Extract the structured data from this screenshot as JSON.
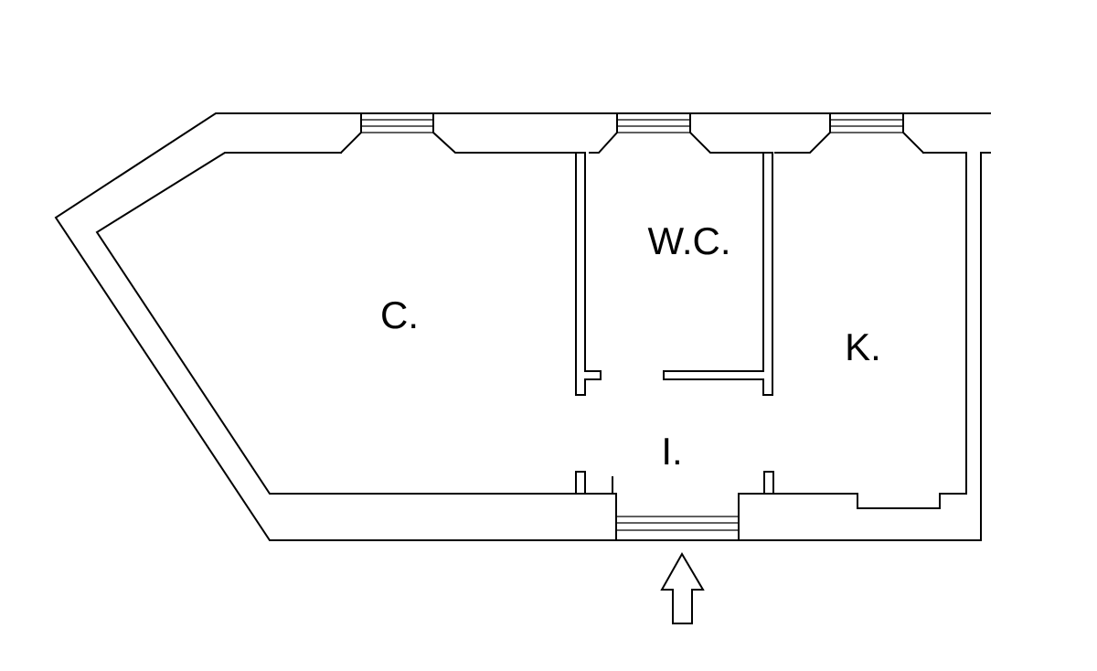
{
  "plan": {
    "rooms": [
      {
        "id": "room-c",
        "label": "C."
      },
      {
        "id": "room-wc",
        "label": "W.C."
      },
      {
        "id": "room-k",
        "label": "K."
      },
      {
        "id": "room-i",
        "label": "I."
      }
    ],
    "entrance_arrow": "arrow-up-icon",
    "colors": {
      "line": "#000000",
      "background": "#ffffff"
    }
  }
}
